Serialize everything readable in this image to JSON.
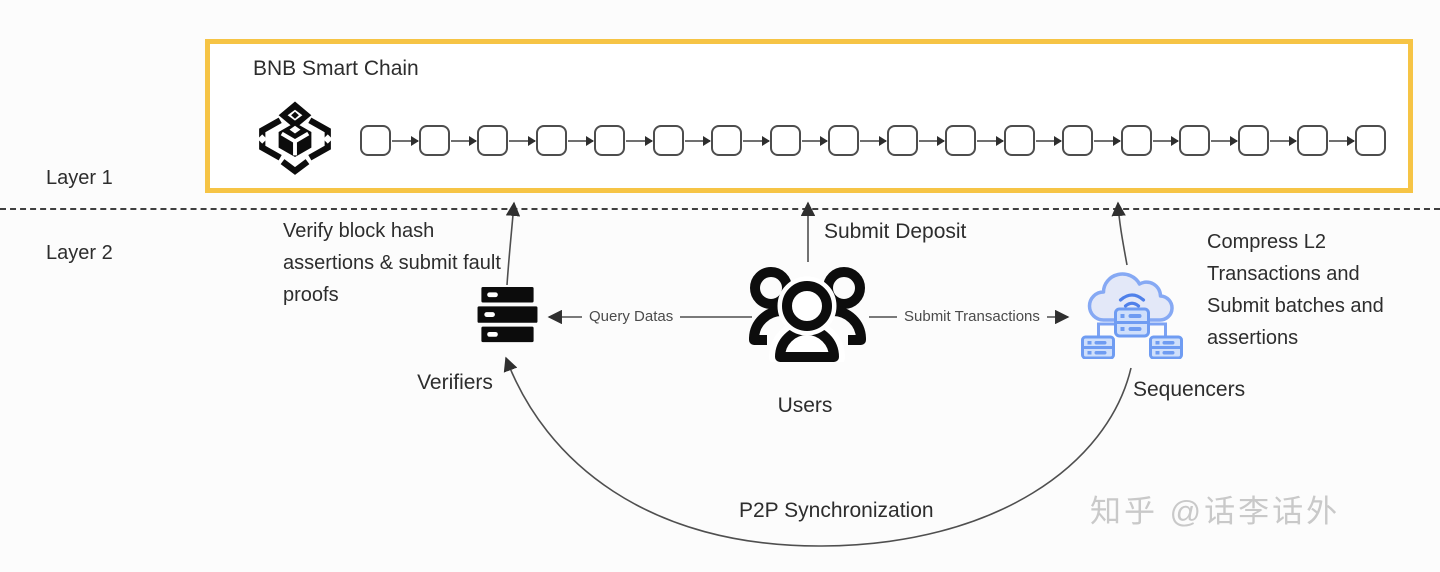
{
  "layer1": {
    "label": "Layer 1",
    "title": "BNB Smart Chain",
    "chain_block_count": 18
  },
  "layer2": {
    "label": "Layer 2",
    "verifiers": {
      "label": "Verifiers",
      "note": "Verify block hash assertions & submit fault proofs"
    },
    "users": {
      "label": "Users"
    },
    "sequencers": {
      "label": "Sequencers",
      "note": "Compress L2 Transactions and Submit batches and assertions"
    }
  },
  "edges": {
    "submit_deposit": "Submit Deposit",
    "query_datas": "Query Datas",
    "submit_transactions": "Submit Transactions",
    "p2p_sync": "P2P Synchronization"
  },
  "icons": {
    "bnb_logo": "bnb-chain-logo-icon",
    "verifiers": "server-stack-icon",
    "users": "user-group-icon",
    "sequencers": "cloud-server-icon"
  },
  "colors": {
    "accent_yellow": "#f6c445",
    "sequencer_blue_stroke": "#7ca2f3",
    "sequencer_blue_fill": "#d4e0fb",
    "text_dark": "#2d2d2d",
    "line_gray": "#4f4f4f",
    "watermark_gray": "#c9c9c9"
  },
  "watermark": "知乎 @话李话外"
}
